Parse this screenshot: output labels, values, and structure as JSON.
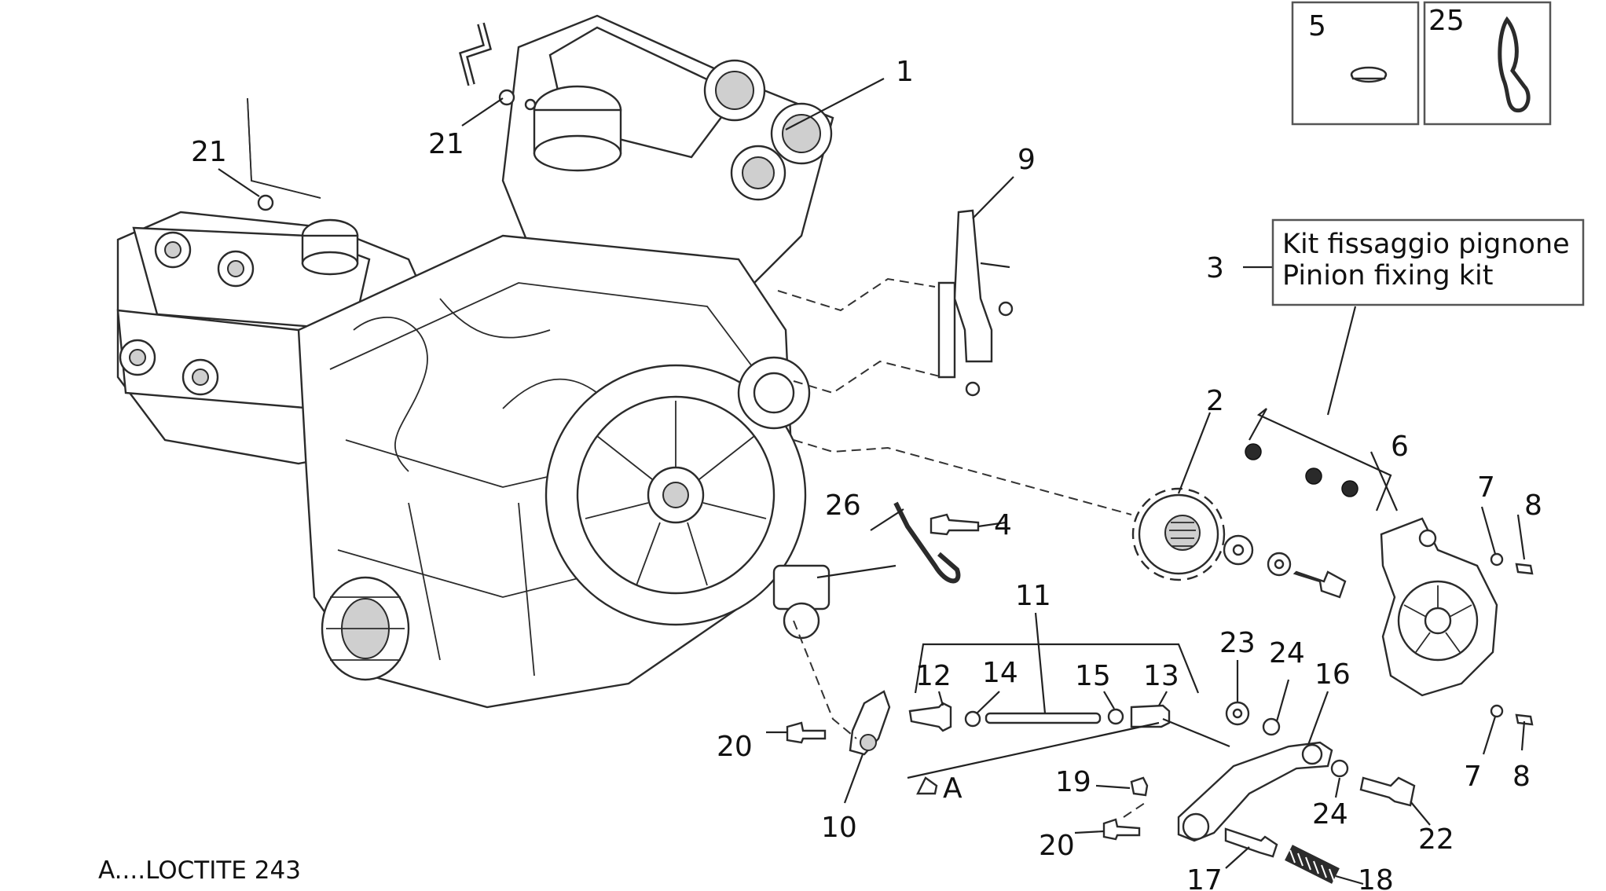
{
  "callouts": {
    "c1": "1",
    "c2": "2",
    "c3": "3",
    "c4": "4",
    "c5": "5",
    "c6": "6",
    "c7a": "7",
    "c7b": "7",
    "c8a": "8",
    "c8b": "8",
    "c9": "9",
    "c10": "10",
    "c11": "11",
    "c12": "12",
    "c13": "13",
    "c14": "14",
    "c15": "15",
    "c16": "16",
    "c17": "17",
    "c18": "18",
    "c19": "19",
    "c20a": "20",
    "c20b": "20",
    "c21a": "21",
    "c21b": "21",
    "c22": "22",
    "c23": "23",
    "c24a": "24",
    "c24b": "24",
    "c25": "25",
    "c26": "26"
  },
  "kit_box": {
    "line1": "Kit fissaggio pignone",
    "line2": "Pinion fixing kit"
  },
  "loctite_marker": "A",
  "footer_note": "A....LOCTITE 243"
}
